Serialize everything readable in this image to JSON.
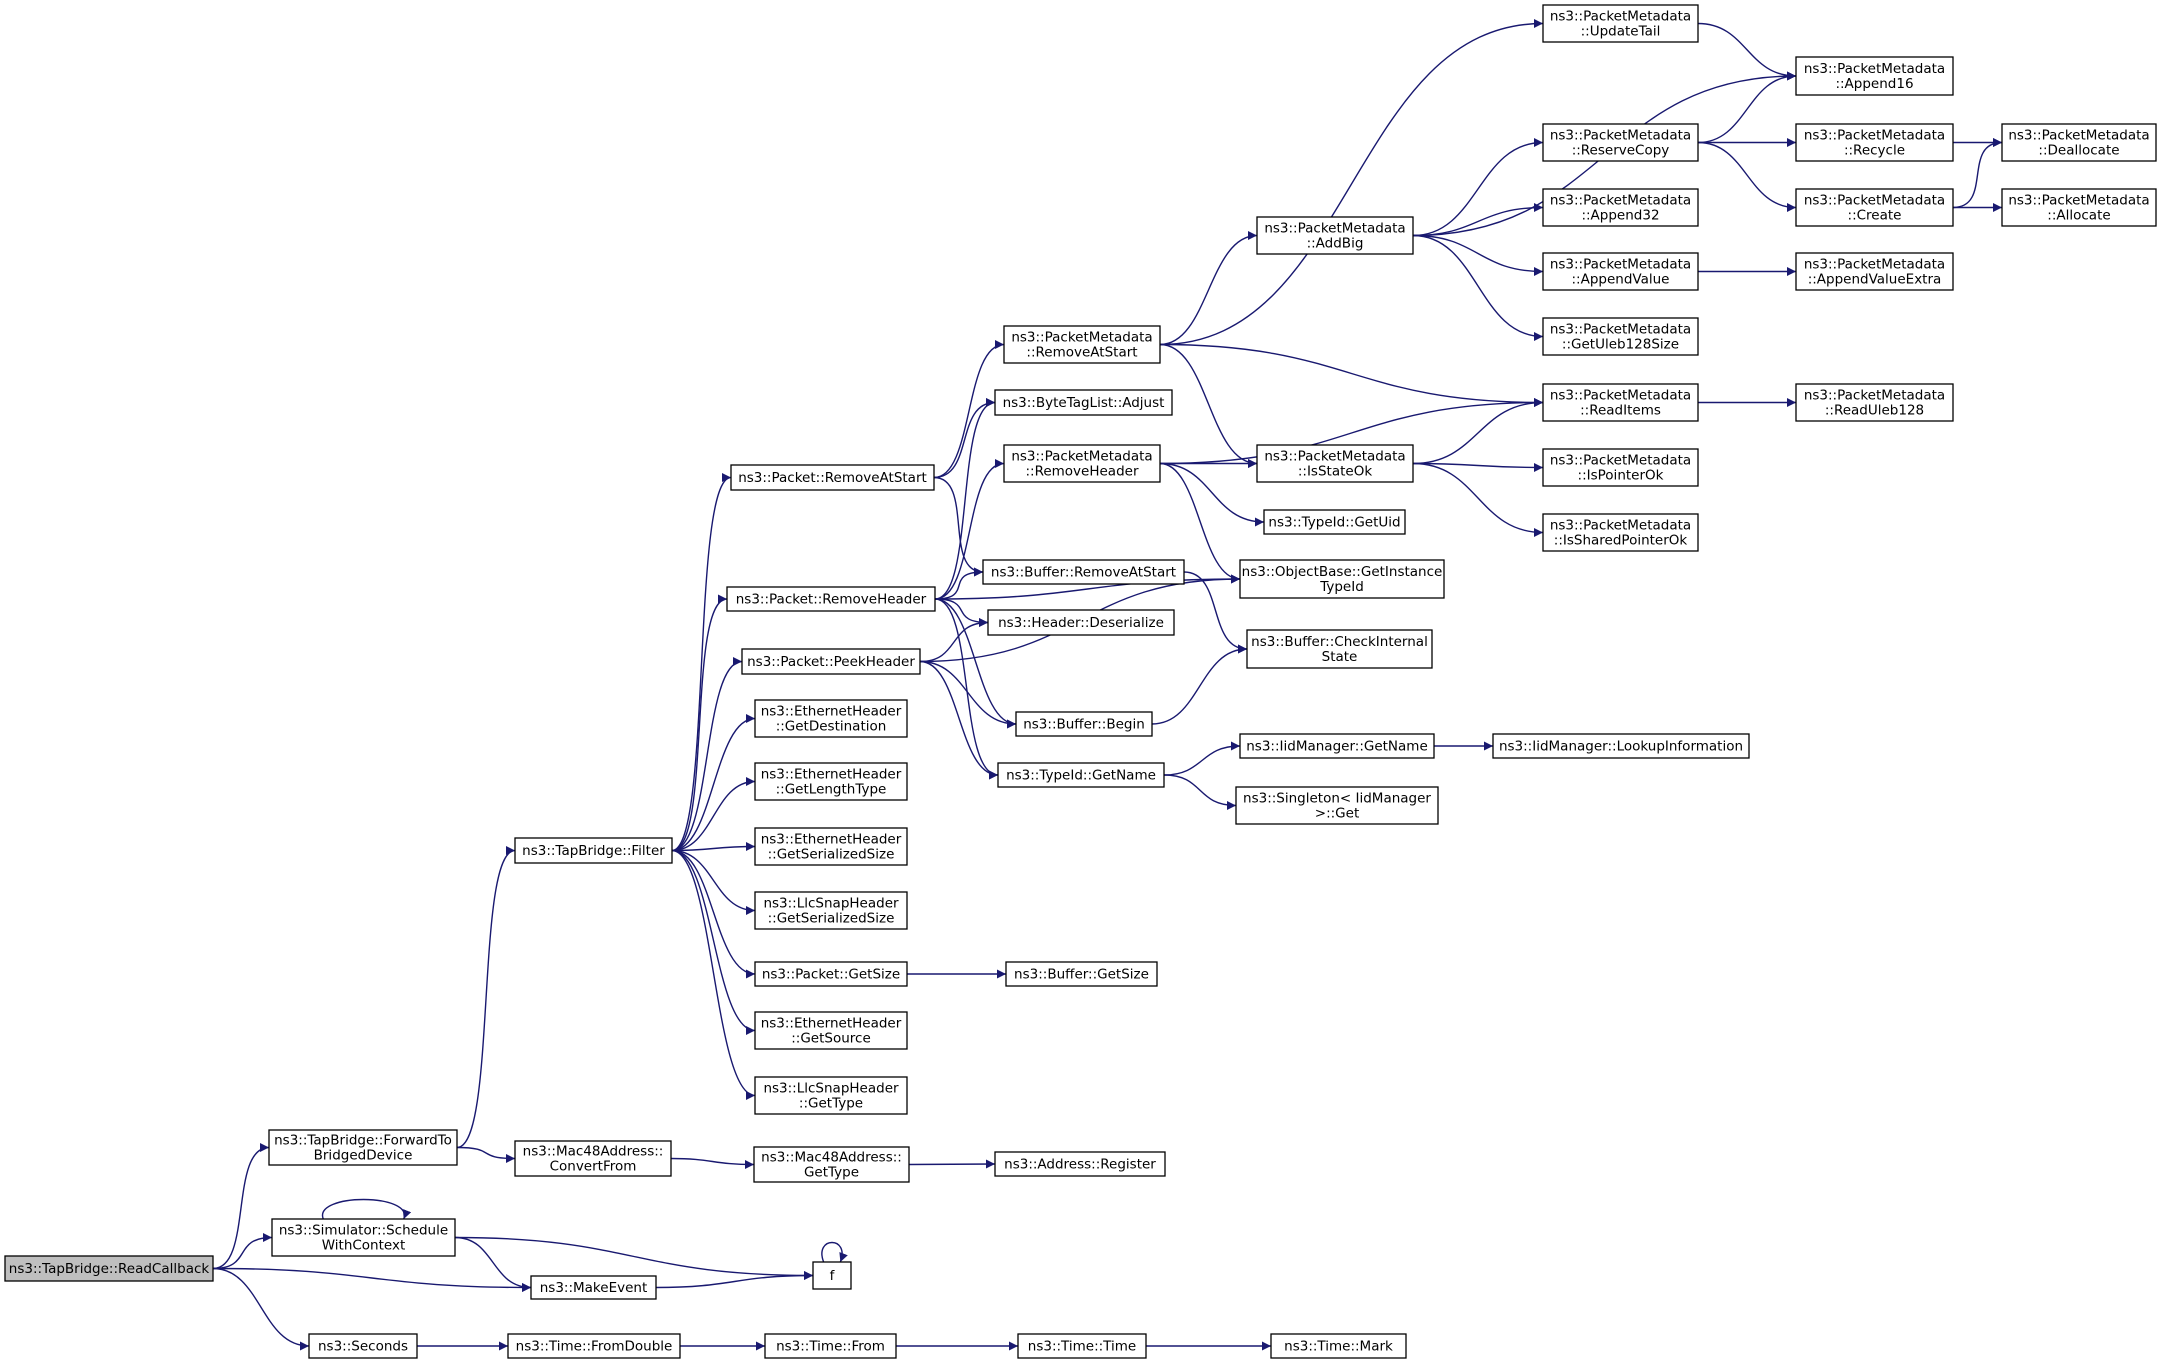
{
  "colors": {
    "edge": "#191970",
    "root_fill": "#bfbfbf",
    "node_fill": "#ffffff",
    "border": "#000000"
  },
  "nodes": [
    {
      "id": "readcallback",
      "lines": [
        "ns3::TapBridge::ReadCallback"
      ],
      "root": true
    },
    {
      "id": "forwardto",
      "lines": [
        "ns3::TapBridge::ForwardTo",
        "BridgedDevice"
      ]
    },
    {
      "id": "schedulewithctx",
      "lines": [
        "ns3::Simulator::Schedule",
        "WithContext"
      ]
    },
    {
      "id": "makeevent",
      "lines": [
        "ns3::MakeEvent"
      ]
    },
    {
      "id": "seconds",
      "lines": [
        "ns3::Seconds"
      ]
    },
    {
      "id": "f",
      "lines": [
        "f"
      ]
    },
    {
      "id": "filter",
      "lines": [
        "ns3::TapBridge::Filter"
      ]
    },
    {
      "id": "convertfrom",
      "lines": [
        "ns3::Mac48Address::",
        "ConvertFrom"
      ]
    },
    {
      "id": "mac_gettype",
      "lines": [
        "ns3::Mac48Address::",
        "GetType"
      ]
    },
    {
      "id": "addr_register",
      "lines": [
        "ns3::Address::Register"
      ]
    },
    {
      "id": "fromdouble",
      "lines": [
        "ns3::Time::FromDouble"
      ]
    },
    {
      "id": "time_from",
      "lines": [
        "ns3::Time::From"
      ]
    },
    {
      "id": "time_time",
      "lines": [
        "ns3::Time::Time"
      ]
    },
    {
      "id": "time_mark",
      "lines": [
        "ns3::Time::Mark"
      ]
    },
    {
      "id": "pkt_removeatstart",
      "lines": [
        "ns3::Packet::RemoveAtStart"
      ]
    },
    {
      "id": "pkt_removeheader",
      "lines": [
        "ns3::Packet::RemoveHeader"
      ]
    },
    {
      "id": "pkt_peekheader",
      "lines": [
        "ns3::Packet::PeekHeader"
      ]
    },
    {
      "id": "eth_getdest",
      "lines": [
        "ns3::EthernetHeader",
        "::GetDestination"
      ]
    },
    {
      "id": "eth_getlentype",
      "lines": [
        "ns3::EthernetHeader",
        "::GetLengthType"
      ]
    },
    {
      "id": "eth_getsersize",
      "lines": [
        "ns3::EthernetHeader",
        "::GetSerializedSize"
      ]
    },
    {
      "id": "llc_getsersize",
      "lines": [
        "ns3::LlcSnapHeader",
        "::GetSerializedSize"
      ]
    },
    {
      "id": "pkt_getsize",
      "lines": [
        "ns3::Packet::GetSize"
      ]
    },
    {
      "id": "eth_getsource",
      "lines": [
        "ns3::EthernetHeader",
        "::GetSource"
      ]
    },
    {
      "id": "llc_gettype",
      "lines": [
        "ns3::LlcSnapHeader",
        "::GetType"
      ]
    },
    {
      "id": "buf_getsize",
      "lines": [
        "ns3::Buffer::GetSize"
      ]
    },
    {
      "id": "pm_removeatstart",
      "lines": [
        "ns3::PacketMetadata",
        "::RemoveAtStart"
      ]
    },
    {
      "id": "btl_adjust",
      "lines": [
        "ns3::ByteTagList::Adjust"
      ]
    },
    {
      "id": "pm_removeheader",
      "lines": [
        "ns3::PacketMetadata",
        "::RemoveHeader"
      ]
    },
    {
      "id": "buf_removeatstart",
      "lines": [
        "ns3::Buffer::RemoveAtStart"
      ]
    },
    {
      "id": "hdr_deserialize",
      "lines": [
        "ns3::Header::Deserialize"
      ]
    },
    {
      "id": "buf_begin",
      "lines": [
        "ns3::Buffer::Begin"
      ]
    },
    {
      "id": "typeid_getname",
      "lines": [
        "ns3::TypeId::GetName"
      ]
    },
    {
      "id": "pm_addbig",
      "lines": [
        "ns3::PacketMetadata",
        "::AddBig"
      ]
    },
    {
      "id": "pm_isstateok",
      "lines": [
        "ns3::PacketMetadata",
        "::IsStateOk"
      ]
    },
    {
      "id": "typeid_getuid",
      "lines": [
        "ns3::TypeId::GetUid"
      ]
    },
    {
      "id": "ob_getinstancetypeid",
      "lines": [
        "ns3::ObjectBase::GetInstance",
        "TypeId"
      ]
    },
    {
      "id": "buf_checkinternal",
      "lines": [
        "ns3::Buffer::CheckInternal",
        "State"
      ]
    },
    {
      "id": "iid_getname",
      "lines": [
        "ns3::IidManager::GetName"
      ]
    },
    {
      "id": "singleton_get",
      "lines": [
        "ns3::Singleton< IidManager",
        ">::Get"
      ]
    },
    {
      "id": "iid_lookup",
      "lines": [
        "ns3::IidManager::LookupInformation"
      ]
    },
    {
      "id": "pm_updatetail",
      "lines": [
        "ns3::PacketMetadata",
        "::UpdateTail"
      ]
    },
    {
      "id": "pm_reservecopy",
      "lines": [
        "ns3::PacketMetadata",
        "::ReserveCopy"
      ]
    },
    {
      "id": "pm_append32",
      "lines": [
        "ns3::PacketMetadata",
        "::Append32"
      ]
    },
    {
      "id": "pm_appendvalue",
      "lines": [
        "ns3::PacketMetadata",
        "::AppendValue"
      ]
    },
    {
      "id": "pm_getuleb128size",
      "lines": [
        "ns3::PacketMetadata",
        "::GetUleb128Size"
      ]
    },
    {
      "id": "pm_readitems",
      "lines": [
        "ns3::PacketMetadata",
        "::ReadItems"
      ]
    },
    {
      "id": "pm_ispointerok",
      "lines": [
        "ns3::PacketMetadata",
        "::IsPointerOk"
      ]
    },
    {
      "id": "pm_issharedpointerok",
      "lines": [
        "ns3::PacketMetadata",
        "::IsSharedPointerOk"
      ]
    },
    {
      "id": "pm_append16",
      "lines": [
        "ns3::PacketMetadata",
        "::Append16"
      ]
    },
    {
      "id": "pm_recycle",
      "lines": [
        "ns3::PacketMetadata",
        "::Recycle"
      ]
    },
    {
      "id": "pm_create",
      "lines": [
        "ns3::PacketMetadata",
        "::Create"
      ]
    },
    {
      "id": "pm_appendvalueextra",
      "lines": [
        "ns3::PacketMetadata",
        "::AppendValueExtra"
      ]
    },
    {
      "id": "pm_readuleb128",
      "lines": [
        "ns3::PacketMetadata",
        "::ReadUleb128"
      ]
    },
    {
      "id": "pm_deallocate",
      "lines": [
        "ns3::PacketMetadata",
        "::Deallocate"
      ]
    },
    {
      "id": "pm_allocate",
      "lines": [
        "ns3::PacketMetadata",
        "::Allocate"
      ]
    }
  ],
  "edges": [
    [
      "readcallback",
      "forwardto"
    ],
    [
      "readcallback",
      "schedulewithctx"
    ],
    [
      "readcallback",
      "makeevent"
    ],
    [
      "readcallback",
      "seconds"
    ],
    [
      "schedulewithctx",
      "schedulewithctx"
    ],
    [
      "schedulewithctx",
      "makeevent"
    ],
    [
      "schedulewithctx",
      "f"
    ],
    [
      "makeevent",
      "f"
    ],
    [
      "f",
      "f"
    ],
    [
      "forwardto",
      "filter"
    ],
    [
      "forwardto",
      "convertfrom"
    ],
    [
      "convertfrom",
      "mac_gettype"
    ],
    [
      "mac_gettype",
      "addr_register"
    ],
    [
      "seconds",
      "fromdouble"
    ],
    [
      "fromdouble",
      "time_from"
    ],
    [
      "time_from",
      "time_time"
    ],
    [
      "time_time",
      "time_mark"
    ],
    [
      "filter",
      "pkt_removeatstart"
    ],
    [
      "filter",
      "pkt_removeheader"
    ],
    [
      "filter",
      "pkt_peekheader"
    ],
    [
      "filter",
      "eth_getdest"
    ],
    [
      "filter",
      "eth_getlentype"
    ],
    [
      "filter",
      "eth_getsersize"
    ],
    [
      "filter",
      "llc_getsersize"
    ],
    [
      "filter",
      "pkt_getsize"
    ],
    [
      "filter",
      "eth_getsource"
    ],
    [
      "filter",
      "llc_gettype"
    ],
    [
      "pkt_getsize",
      "buf_getsize"
    ],
    [
      "pkt_removeatstart",
      "pm_removeatstart"
    ],
    [
      "pkt_removeatstart",
      "btl_adjust"
    ],
    [
      "pkt_removeatstart",
      "buf_removeatstart"
    ],
    [
      "pkt_removeheader",
      "btl_adjust"
    ],
    [
      "pkt_removeheader",
      "pm_removeheader"
    ],
    [
      "pkt_removeheader",
      "buf_removeatstart"
    ],
    [
      "pkt_removeheader",
      "hdr_deserialize"
    ],
    [
      "pkt_removeheader",
      "buf_begin"
    ],
    [
      "pkt_removeheader",
      "typeid_getname"
    ],
    [
      "pkt_removeheader",
      "ob_getinstancetypeid"
    ],
    [
      "pkt_peekheader",
      "hdr_deserialize"
    ],
    [
      "pkt_peekheader",
      "buf_begin"
    ],
    [
      "pkt_peekheader",
      "typeid_getname"
    ],
    [
      "pkt_peekheader",
      "ob_getinstancetypeid"
    ],
    [
      "buf_removeatstart",
      "buf_checkinternal"
    ],
    [
      "buf_begin",
      "buf_checkinternal"
    ],
    [
      "typeid_getname",
      "iid_getname"
    ],
    [
      "typeid_getname",
      "singleton_get"
    ],
    [
      "iid_getname",
      "iid_lookup"
    ],
    [
      "pm_removeatstart",
      "pm_updatetail"
    ],
    [
      "pm_removeatstart",
      "pm_addbig"
    ],
    [
      "pm_removeatstart",
      "pm_isstateok"
    ],
    [
      "pm_removeatstart",
      "pm_readitems"
    ],
    [
      "pm_removeheader",
      "pm_isstateok"
    ],
    [
      "pm_removeheader",
      "typeid_getuid"
    ],
    [
      "pm_removeheader",
      "ob_getinstancetypeid"
    ],
    [
      "pm_removeheader",
      "pm_readitems"
    ],
    [
      "pm_addbig",
      "pm_append16"
    ],
    [
      "pm_addbig",
      "pm_reservecopy"
    ],
    [
      "pm_addbig",
      "pm_append32"
    ],
    [
      "pm_addbig",
      "pm_appendvalue"
    ],
    [
      "pm_addbig",
      "pm_getuleb128size"
    ],
    [
      "pm_isstateok",
      "pm_readitems"
    ],
    [
      "pm_isstateok",
      "pm_ispointerok"
    ],
    [
      "pm_isstateok",
      "pm_issharedpointerok"
    ],
    [
      "pm_updatetail",
      "pm_append16"
    ],
    [
      "pm_reservecopy",
      "pm_append16"
    ],
    [
      "pm_reservecopy",
      "pm_recycle"
    ],
    [
      "pm_reservecopy",
      "pm_create"
    ],
    [
      "pm_recycle",
      "pm_deallocate"
    ],
    [
      "pm_create",
      "pm_deallocate"
    ],
    [
      "pm_create",
      "pm_allocate"
    ],
    [
      "pm_appendvalue",
      "pm_appendvalueextra"
    ],
    [
      "pm_readitems",
      "pm_readuleb128"
    ]
  ]
}
